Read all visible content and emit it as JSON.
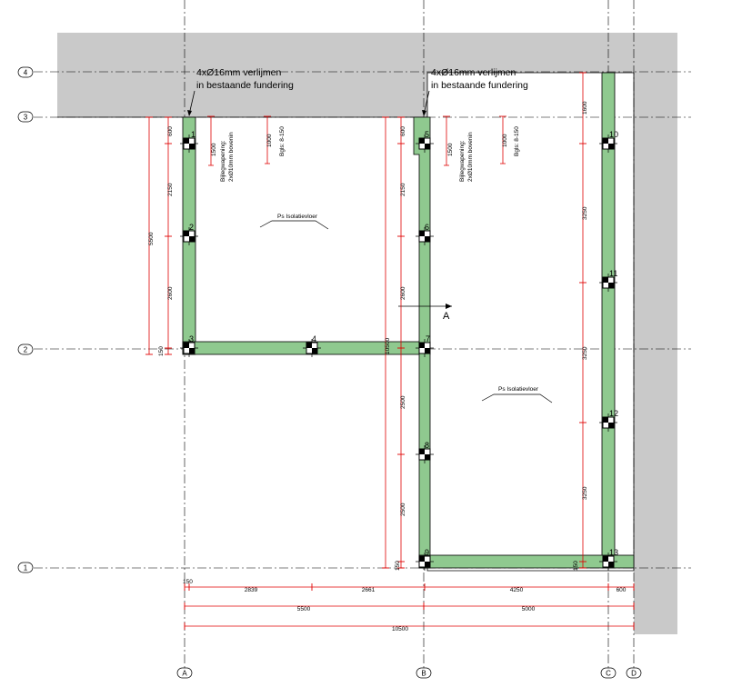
{
  "colors": {
    "existing": "#c9c9c9",
    "beam": "#8fc98f",
    "dim": "#e00000",
    "line": "#000000"
  },
  "grid_labels": {
    "r4": "4",
    "r3": "3",
    "r2": "2",
    "r1": "1",
    "cA": "A",
    "cB": "B",
    "cC": "C",
    "cD": "D"
  },
  "notes": {
    "anchor_left": [
      "4xØ16mm verlijmen",
      "in bestaande fundering"
    ],
    "anchor_right": [
      "4xØ16mm verlijmen",
      "in bestaande fundering"
    ],
    "extra_rebar_left": [
      "Bijlegwapening:",
      "2xØ10mm bovenin"
    ],
    "extra_rebar_right": [
      "Bijlegwapening:",
      "2xØ10mm bovenin"
    ],
    "stirrups_left": "Bgls: 8-150",
    "stirrups_right": "Bgls: 8-150",
    "len_1500_l": "1500",
    "len_1000_l": "1000",
    "len_1500_r": "1500",
    "len_1000_r": "1000",
    "floor_left": "Ps Isolatievloer",
    "floor_right": "Ps Isolatievloer",
    "section": "A"
  },
  "piles": [
    "1",
    "2",
    "3",
    "4",
    "5",
    "6",
    "7",
    "8",
    "9",
    "10",
    "11",
    "12",
    "13"
  ],
  "dims": {
    "a_600": "600",
    "a_2150": "2150",
    "a_2600": "2600",
    "a_150": "150",
    "a_5500": "5500",
    "b_600": "600",
    "b_2150": "2150",
    "b_2600": "2600",
    "b_2500a": "2500",
    "b_2500b": "2500",
    "b_150": "150",
    "b_10500": "10500",
    "c_1600": "1600",
    "c_3250a": "3250",
    "c_3250b": "3250",
    "c_3250c": "3250",
    "c_150": "150",
    "h_150": "150",
    "h_2839": "2839",
    "h_2661": "2661",
    "h_4250": "4250",
    "h_600": "600",
    "h_5500": "5500",
    "h_5000": "5000",
    "h_10500": "10500"
  }
}
